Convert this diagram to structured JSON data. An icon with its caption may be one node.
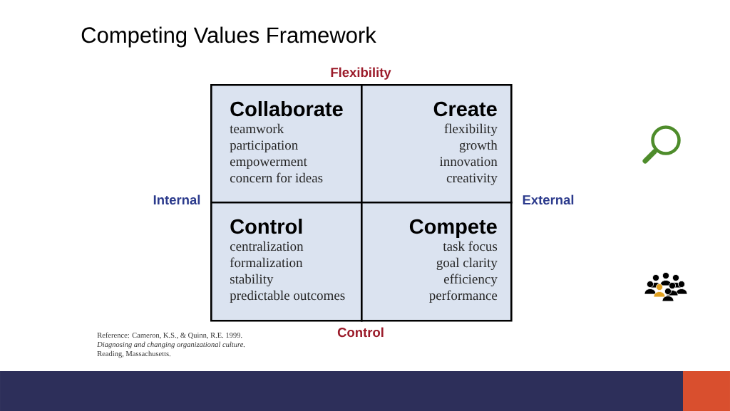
{
  "diagram": {
    "title": "Competing Values Framework",
    "nodes": [
      {
        "text": [
          "Collaborate",
          "teamwork",
          "participation",
          "empowerment",
          "concern for ideas"
        ]
      },
      {
        "text": [
          "Create",
          "flexibility",
          "growth",
          "innovation",
          "creativity"
        ]
      },
      {
        "text": [
          "Control",
          "centralization",
          "formalization",
          "stability",
          "predictable outcomes"
        ]
      },
      {
        "text": [
          "Compete",
          "task focus",
          "goal clarity",
          "efficiency",
          "performance"
        ]
      }
    ],
    "labels": [
      "Flexibility",
      "Internal",
      "External",
      "Control",
      "Reference: Cameron, K.S., & Quinn, R.E. 1999.",
      "Diagnosing and changing organizational culture.",
      "Reading, Massachusetts."
    ]
  }
}
